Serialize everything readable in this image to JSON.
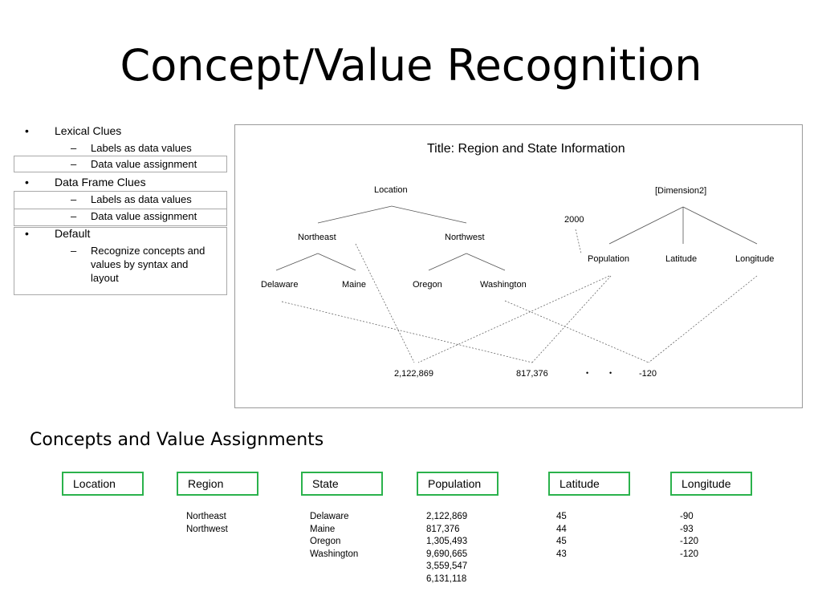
{
  "slide": {
    "title": "Concept/Value Recognition"
  },
  "bullets": {
    "lexical": "Lexical Clues",
    "lexical_sub1": "Labels as data values",
    "lexical_sub2": "Data value assignment",
    "dataframe": "Data Frame Clues",
    "dataframe_sub1": "Labels as data values",
    "dataframe_sub2": "Data value assignment",
    "default": "Default",
    "default_sub1_line1": "Recognize  concepts and",
    "default_sub1_line2": "values by syntax and",
    "default_sub1_line3": "layout",
    "bullet_char": "•",
    "dash_char": "–"
  },
  "diagram": {
    "title": "Title: Region and State Information",
    "location": "Location",
    "dimension2": "[Dimension2]",
    "year": "2000",
    "northeast": "Northeast",
    "northwest": "Northwest",
    "population": "Population",
    "latitude": "Latitude",
    "longitude": "Longitude",
    "delaware": "Delaware",
    "maine": "Maine",
    "oregon": "Oregon",
    "washington": "Washington",
    "value_pop1": "2,122,869",
    "value_pop2": "817,376",
    "ellipsis_dot": "•",
    "value_lon": "-120"
  },
  "assignments": {
    "heading": "Concepts and Value Assignments",
    "concepts": [
      "Location",
      "Region",
      "State",
      "Population",
      "Latitude",
      "Longitude"
    ],
    "region_values": [
      "Northeast",
      "Northwest"
    ],
    "state_values": [
      "Delaware",
      "Maine",
      "Oregon",
      "Washington"
    ],
    "population_values": [
      "2,122,869",
      "817,376",
      "1,305,493",
      "9,690,665",
      "3,559,547",
      "6,131,118"
    ],
    "latitude_values": [
      "45",
      "44",
      "45",
      "43"
    ],
    "longitude_values": [
      "-90",
      "-93",
      "-120",
      "-120"
    ]
  },
  "colors": {
    "concept_border": "#2bb24c",
    "box_border": "#a9a9a9",
    "frame_border": "#9a9a9a",
    "line": "#555555"
  }
}
